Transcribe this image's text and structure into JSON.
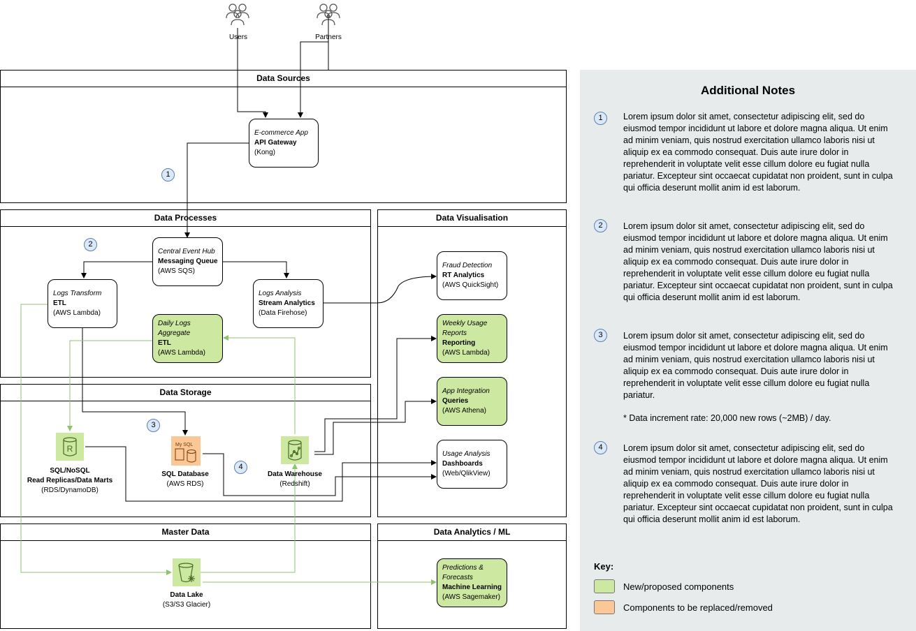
{
  "actors": {
    "users": "Users",
    "partners": "Partners"
  },
  "sections": {
    "data_sources": "Data Sources",
    "data_processes": "Data Processes",
    "data_visualisation": "Data Visualisation",
    "data_storage": "Data Storage",
    "master_data": "Master Data",
    "data_analytics": "Data Analytics / ML"
  },
  "nodes": {
    "api_gateway": {
      "italic": "E-commerce App",
      "bold": "API Gateway",
      "sub": "(Kong)"
    },
    "event_hub": {
      "italic": "Central Event Hub",
      "bold": "Messaging Queue",
      "sub": "(AWS SQS)"
    },
    "logs_transform": {
      "italic": "Logs Transform",
      "bold": "ETL",
      "sub": "(AWS Lambda)"
    },
    "logs_analysis": {
      "italic": "Logs Analysis",
      "bold": "Stream Analytics",
      "sub": "(Data Firehose)"
    },
    "daily_logs": {
      "italic1": "Daily Logs",
      "italic2": "Aggregate",
      "bold": "ETL",
      "sub": "(AWS Lambda)"
    },
    "fraud": {
      "italic": "Fraud Detection",
      "bold": "RT Analytics",
      "sub": "(AWS QuickSight)"
    },
    "weekly": {
      "italic1": "Weekly Usage",
      "italic2": "Reports",
      "bold": "Reporting",
      "sub": "(AWS Lambda)"
    },
    "app_integration": {
      "italic": "App Integration",
      "bold": "Queries",
      "sub": "(AWS Athena)"
    },
    "usage": {
      "italic": "Usage Analysis",
      "bold": "Dashboards",
      "sub": "(Web/QlikView)"
    },
    "predictions": {
      "italic1": "Predictions &",
      "italic2": "Forecasts",
      "bold": "Machine Learning",
      "sub": "(AWS Sagemaker)"
    }
  },
  "storage": {
    "sql_nosql": {
      "bold1": "SQL/NoSQL",
      "bold2": "Read Replicas/Data Marts",
      "sub": "(RDS/DynamoDB)"
    },
    "sql_db": {
      "bold": "SQL Database",
      "sub": "(AWS RDS)"
    },
    "warehouse": {
      "bold": "Data Warehouse",
      "sub": "(Redshift)"
    },
    "data_lake": {
      "bold": "Data Lake",
      "sub": "(S3/S3 Glacier)"
    },
    "rds_glyph": "R",
    "mysql_glyph": "My SQL"
  },
  "badges": [
    "1",
    "2",
    "3",
    "4"
  ],
  "notes": {
    "title": "Additional Notes",
    "items": [
      {
        "num": "1",
        "text": "Lorem ipsum dolor sit amet, consectetur adipiscing elit, sed do eiusmod tempor incididunt ut labore et dolore magna aliqua. Ut enim ad minim veniam, quis nostrud exercitation ullamco laboris nisi ut aliquip ex ea commodo consequat. Duis aute irure dolor in reprehenderit in voluptate velit esse cillum dolore eu fugiat nulla pariatur. Excepteur sint occaecat cupidatat non proident, sunt in culpa qui officia deserunt mollit anim id est laborum."
      },
      {
        "num": "2",
        "text": "Lorem ipsum dolor sit amet, consectetur adipiscing elit, sed do eiusmod tempor incididunt ut labore et dolore magna aliqua. Ut enim ad minim veniam, quis nostrud exercitation ullamco laboris nisi ut aliquip ex ea commodo consequat. Duis aute irure dolor in reprehenderit in voluptate velit esse cillum dolore eu fugiat nulla pariatur. Excepteur sint occaecat cupidatat non proident, sunt in culpa qui officia deserunt mollit anim id est laborum."
      },
      {
        "num": "3",
        "text": "Lorem ipsum dolor sit amet, consectetur adipiscing elit, sed do eiusmod tempor incididunt ut labore et dolore magna aliqua. Ut enim ad minim veniam, quis nostrud exercitation ullamco laboris nisi ut aliquip ex ea commodo consequat. Duis aute irure dolor in reprehenderit in voluptate velit esse cillum dolore eu fugiat nulla pariatur.",
        "footnote": "* Data increment rate: 20,000 new rows (~2MB) / day."
      },
      {
        "num": "4",
        "text": "Lorem ipsum dolor sit amet, consectetur adipiscing elit, sed do eiusmod tempor incididunt ut labore et dolore magna aliqua. Ut enim ad minim veniam, quis nostrud exercitation ullamco laboris nisi ut aliquip ex ea commodo consequat. Duis aute irure dolor in reprehenderit in voluptate velit esse cillum dolore eu fugiat nulla pariatur. Excepteur sint occaecat cupidatat non proident, sunt in culpa qui officia deserunt mollit anim id est laborum."
      }
    ]
  },
  "key": {
    "title": "Key:",
    "new": "New/proposed components",
    "replaced": "Components to be replaced/removed"
  },
  "colors": {
    "green": "#cde8a0",
    "orange": "#fbc794",
    "green_line": "#8cc46e",
    "badge_fill": "#dbe8f8",
    "notes_bg": "#e8ebeb"
  }
}
